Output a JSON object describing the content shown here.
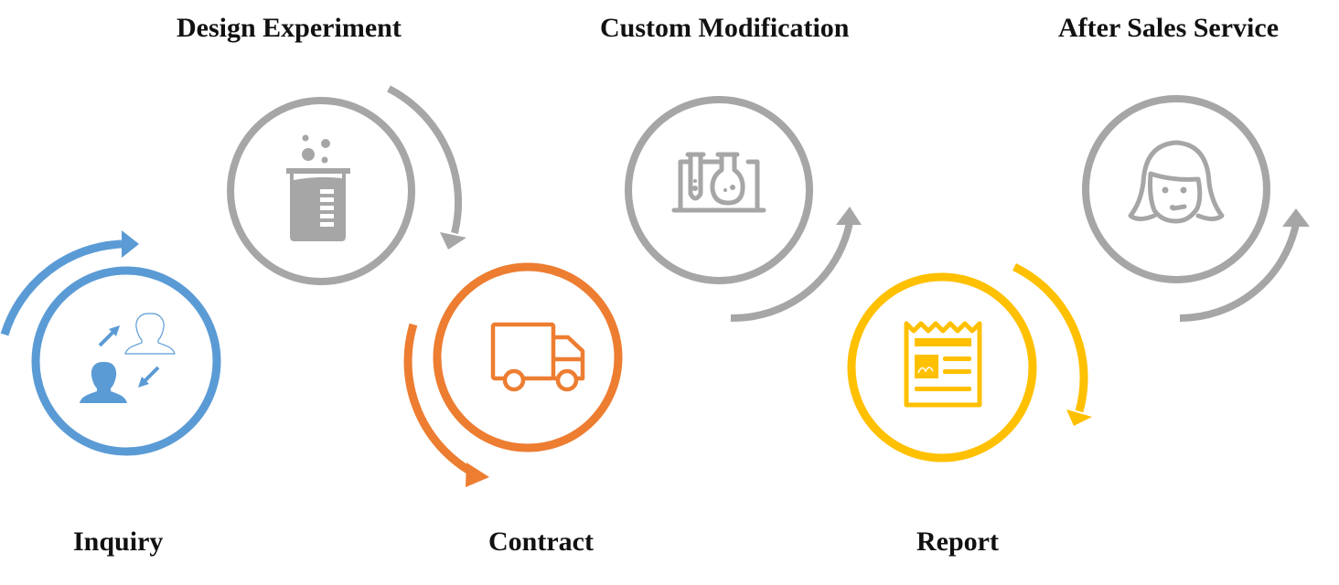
{
  "steps": [
    {
      "id": "inquiry",
      "label": "Inquiry",
      "icon": "people-exchange-icon",
      "color": "#5b9bd5"
    },
    {
      "id": "design",
      "label": "Design Experiment",
      "icon": "beaker-icon",
      "color": "#a6a6a6"
    },
    {
      "id": "contract",
      "label": "Contract",
      "icon": "truck-icon",
      "color": "#ed7d31"
    },
    {
      "id": "custom",
      "label": "Custom Modification",
      "icon": "lab-flasks-icon",
      "color": "#a6a6a6"
    },
    {
      "id": "report",
      "label": "Report",
      "icon": "report-document-icon",
      "color": "#ffc000"
    },
    {
      "id": "aftersales",
      "label": "After Sales Service",
      "icon": "support-agent-icon",
      "color": "#a6a6a6"
    }
  ],
  "colors": {
    "blue": "#5b9bd5",
    "gray": "#a6a6a6",
    "orange": "#ed7d31",
    "yellow": "#ffc000",
    "text": "#111111"
  }
}
